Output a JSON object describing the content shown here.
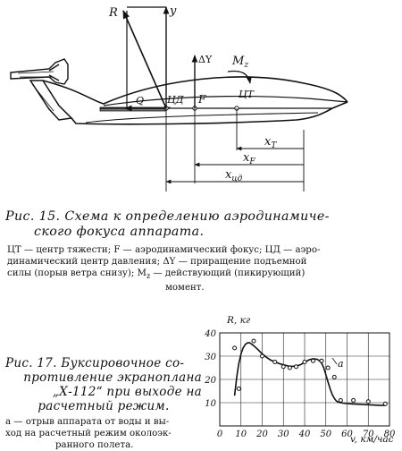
{
  "fig15": {
    "labels": {
      "R": "R",
      "y": "y",
      "dy": "ΔY",
      "mz": "M",
      "mz_sub": "z",
      "q": "Q",
      "cd": "ЦД",
      "f": "F",
      "ct": "ЦТ",
      "xt": "x",
      "xt_sub": "T",
      "xf": "x",
      "xf_sub": "F",
      "xcd": "x",
      "xcd_sub": "цд"
    },
    "caption_lines": [
      "Рис. 15.  Схема  к  определению  аэродинамиче-",
      "ского фокуса аппарата."
    ],
    "legend_lines": [
      "ЦТ — центр тяжести; F — аэродинамический фокус; ЦД — аэро-",
      "динамический центр давления; ΔY — приращение подъемной",
      "силы (порыв ветра снизу);  M",
      " — действующий (пикирующий)",
      "момент."
    ],
    "legend_msub": "z"
  },
  "fig17": {
    "caption_lines": [
      "Рис.  17.  Буксировочное  со-",
      "противление  экраноплана",
      "„Х-112“  при  выходе  на",
      "расчетный режим."
    ],
    "note_lines": [
      "а — отрыв аппарата от воды и вы-",
      "ход на расчетный режим околоэк-",
      "ранного полета."
    ]
  },
  "chart_data": {
    "type": "line",
    "ylabel": "R, кг",
    "xlabel": "v, км/час",
    "xlim": [
      0,
      80
    ],
    "ylim": [
      0,
      40
    ],
    "x_ticks": [
      0,
      10,
      20,
      30,
      40,
      50,
      60,
      70,
      80
    ],
    "y_ticks": [
      10,
      20,
      30,
      40
    ],
    "grid": true,
    "annotation": "a",
    "series": [
      {
        "kind": "curve",
        "x": [
          7,
          8,
          9,
          10,
          11,
          12,
          13,
          14,
          16,
          18,
          20,
          22,
          24,
          26,
          28,
          30,
          32,
          34,
          36,
          38,
          40,
          42,
          44,
          46,
          47,
          48,
          49,
          50,
          51,
          52,
          53,
          54,
          55,
          56,
          58,
          60,
          62,
          64,
          66,
          68,
          70,
          72,
          75,
          78
        ],
        "y": [
          13,
          21,
          27,
          31,
          33.5,
          35,
          35.7,
          35.8,
          34.5,
          32.8,
          31,
          29.5,
          28.3,
          27.5,
          26.8,
          26.3,
          25.8,
          25.6,
          25.7,
          26.3,
          27.3,
          28.4,
          28.9,
          28.6,
          28,
          27,
          25,
          22,
          19,
          16,
          13.5,
          11.8,
          10.7,
          10.2,
          9.8,
          9.6,
          9.5,
          9.4,
          9.3,
          9.2,
          9.1,
          9.0,
          8.9,
          8.8
        ]
      },
      {
        "kind": "points",
        "x": [
          7,
          9,
          16,
          20,
          26,
          30,
          33,
          36,
          40,
          44,
          48,
          51,
          54,
          57,
          63,
          70,
          78
        ],
        "y": [
          33.5,
          16,
          36.5,
          30,
          27.5,
          25.5,
          25,
          25.5,
          27.5,
          28,
          28,
          25,
          21,
          11,
          11,
          10.5,
          9.5
        ]
      }
    ]
  }
}
